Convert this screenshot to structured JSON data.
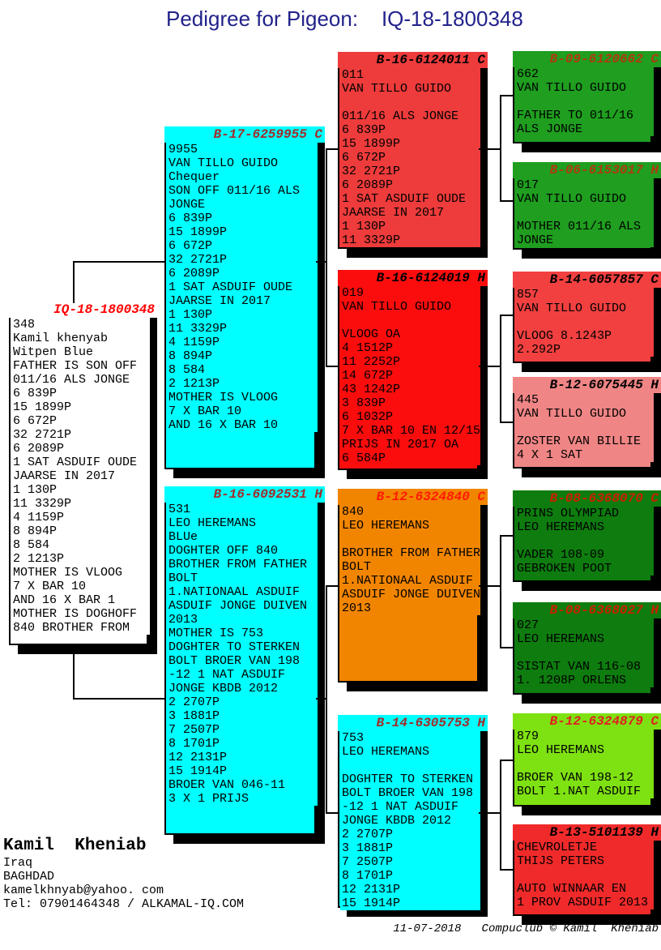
{
  "page": {
    "title": "Pedigree for Pigeon:    IQ-18-1800348",
    "title_color": "#22228B",
    "background": "#FFFFFF",
    "footer": "11-07-2018   Compuclub © Kamil  Kheniab"
  },
  "contact": {
    "name": "Kamil  Kheniab",
    "lines": [
      "Iraq",
      "BAGHDAD",
      "kamelkhnyab@yahoo. com",
      "Tel: 07901464348 / ALKAMAL-IQ.COM"
    ]
  },
  "colors": {
    "cyan": "#00FFFF",
    "red_soft": "#EE3B3B",
    "red_bright": "#FB0D0D",
    "orange": "#F28500",
    "green": "#1F9E1F",
    "dark_green": "#0E7C0E",
    "lime": "#7EE112",
    "pink": "#F08585",
    "shadow": "#000000"
  },
  "boxes": [
    {
      "id": "IQ-18-1800348",
      "title": "IQ-18-1800348",
      "bg": "#FFFFFF",
      "title_color": "#FF0000",
      "lines": [
        "348",
        "Kamil khenyab",
        "Witpen Blue",
        "FATHER IS SON OFF",
        "011/16 ALS JONGE",
        "6 839P",
        "15 1899P",
        "6 672P",
        "32 2721P",
        "6 2089P",
        "1 SAT ASDUIF OUDE",
        "JAARSE IN 2017",
        "1 130P",
        "11 3329P",
        "4 1159P",
        "8 894P",
        "8 584",
        "2 1213P",
        "MOTHER IS VLOOG",
        "7 X BAR 10",
        "AND 16 X BAR 1",
        "MOTHER IS DOGHOFF",
        "840 BROTHER FROM"
      ]
    },
    {
      "id": "B-17-6259955",
      "title": "B-17-6259955 C",
      "bg": "#00FFFF",
      "title_color": "#A52A2A",
      "lines": [
        "9955",
        "VAN TILLO GUIDO",
        "Chequer",
        "SON OFF 011/16 ALS",
        "JONGE",
        "6 839P",
        "15 1899P",
        "6 672P",
        "32 2721P",
        "6 2089P",
        "1 SAT ASDUIF OUDE",
        "JAARSE IN 2017",
        "1 130P",
        "11 3329P",
        "4 1159P",
        "8 894P",
        "8 584",
        "2 1213P",
        "MOTHER IS VLOOG",
        "7 X BAR 10",
        "AND 16 X BAR 10"
      ]
    },
    {
      "id": "B-16-6092531",
      "title": "B-16-6092531 H",
      "bg": "#00FFFF",
      "title_color": "#A52A2A",
      "lines": [
        "531",
        "LEO HEREMANS",
        "BLUe",
        "DOGHTER OFF 840",
        "BROTHER FROM FATHER",
        "BOLT",
        "1.NATIONAAL ASDUIF",
        "ASDUIF JONGE DUIVEN",
        "2013",
        "MOTHER IS 753",
        "DOGHTER TO STERKEN",
        "BOLT BROER VAN 198",
        "-12 1 NAT ASDUIF",
        "JONGE KBDB 2012",
        "2 2707P",
        "3 1881P",
        "7 2507P",
        "8 1701P",
        "12 2131P",
        "15 1914P",
        "BROER VAN 046-11",
        "3 X 1 PRIJS"
      ]
    },
    {
      "id": "B-16-6124011",
      "title": "B-16-6124011 C",
      "bg": "#EE3B3B",
      "title_color": "#000000",
      "lines": [
        "011",
        "VAN TILLO GUIDO",
        "",
        "011/16 ALS JONGE",
        "6 839P",
        "15 1899P",
        "6 672P",
        "32 2721P",
        "6 2089P",
        "1 SAT ASDUIF OUDE",
        "JAARSE IN 2017",
        "1 130P",
        "11 3329P"
      ]
    },
    {
      "id": "B-16-6124019",
      "title": "B-16-6124019 H",
      "bg": "#FB0D0D",
      "title_color": "#000000",
      "lines": [
        "019",
        "VAN TILLO GUIDO",
        "",
        "VLOOG OA",
        "4 1512P",
        "11 2252P",
        "14 672P",
        "43 1242P",
        "3 839P",
        "6 1032P",
        "7 X BAR 10 EN 12/15",
        "PRIJS IN 2017 OA",
        "6 584P"
      ]
    },
    {
      "id": "B-12-6324840",
      "title": "B-12-6324840 C",
      "bg": "#F28500",
      "title_color": "#FF1A00",
      "lines": [
        "840",
        "LEO HEREMANS",
        "",
        "BROTHER FROM FATHER",
        "BOLT",
        "1.NATIONAAL ASDUIF",
        "ASDUIF JONGE DUIVEN",
        "2013"
      ]
    },
    {
      "id": "B-14-6305753",
      "title": "B-14-6305753 H",
      "bg": "#00FFFF",
      "title_color": "#A52A2A",
      "lines": [
        "753",
        "LEO HEREMANS",
        "",
        "DOGHTER TO STERKEN",
        "BOLT BROER VAN 198",
        "-12 1 NAT ASDUIF",
        "JONGE KBDB 2012",
        "2 2707P",
        "3 1881P",
        "7 2507P",
        "8 1701P",
        "12 2131P",
        "15 1914P"
      ]
    },
    {
      "id": "B-09-6120662",
      "title": "B-09-6120662 C",
      "bg": "#1F9E1F",
      "title_color": "#B03A10",
      "lines": [
        "662",
        "VAN TILLO GUIDO",
        "",
        "FATHER TO 011/16",
        "ALS JONGE"
      ]
    },
    {
      "id": "B-06-6153017",
      "title": "B-06-6153017 H",
      "bg": "#1F9E1F",
      "title_color": "#B03A10",
      "lines": [
        "017",
        "VAN TILLO GUIDO",
        "",
        "MOTHER 011/16 ALS",
        "JONGE"
      ]
    },
    {
      "id": "B-14-6057857",
      "title": "B-14-6057857 C",
      "bg": "#F24040",
      "title_color": "#000000",
      "lines": [
        "857",
        "VAN TILLO GUIDO",
        "",
        "VLOOG 8.1243P",
        "2.292P"
      ]
    },
    {
      "id": "B-12-6075445",
      "title": "B-12-6075445 H",
      "bg": "#F08585",
      "title_color": "#000000",
      "lines": [
        "445",
        "VAN TILLO GUIDO",
        "",
        "ZOSTER VAN BILLIE",
        "4 X 1 SAT"
      ]
    },
    {
      "id": "B-08-6368070",
      "title": "B-08-6368070 C",
      "bg": "#0E7C0E",
      "title_color": "#CC2200",
      "lines": [
        "PRINS OLYMPIAD",
        "LEO HEREMANS",
        "",
        "VADER 108-09",
        "GEBROKEN POOT"
      ]
    },
    {
      "id": "B-08-6368027",
      "title": "B-08-6368027 H",
      "bg": "#0E7C0E",
      "title_color": "#CC2200",
      "lines": [
        "027",
        "LEO HEREMANS",
        "",
        "SISTAT VAN 116-08",
        "1. 1208P ORLENS"
      ]
    },
    {
      "id": "B-12-6324879",
      "title": "B-12-6324879 C",
      "bg": "#7EE112",
      "title_color": "#E02020",
      "lines": [
        "879",
        "LEO HEREMANS",
        "",
        "BROER VAN 198-12",
        "BOLT 1.NAT ASDUIF"
      ]
    },
    {
      "id": "B-13-5101139",
      "title": "B-13-5101139 H",
      "bg": "#F02A2A",
      "title_color": "#000000",
      "lines": [
        "CHEVROLETJE",
        "THIJS PETERS",
        "",
        "AUTO WINNAAR EN",
        "1 PROV ASDUIF 2013"
      ]
    }
  ]
}
